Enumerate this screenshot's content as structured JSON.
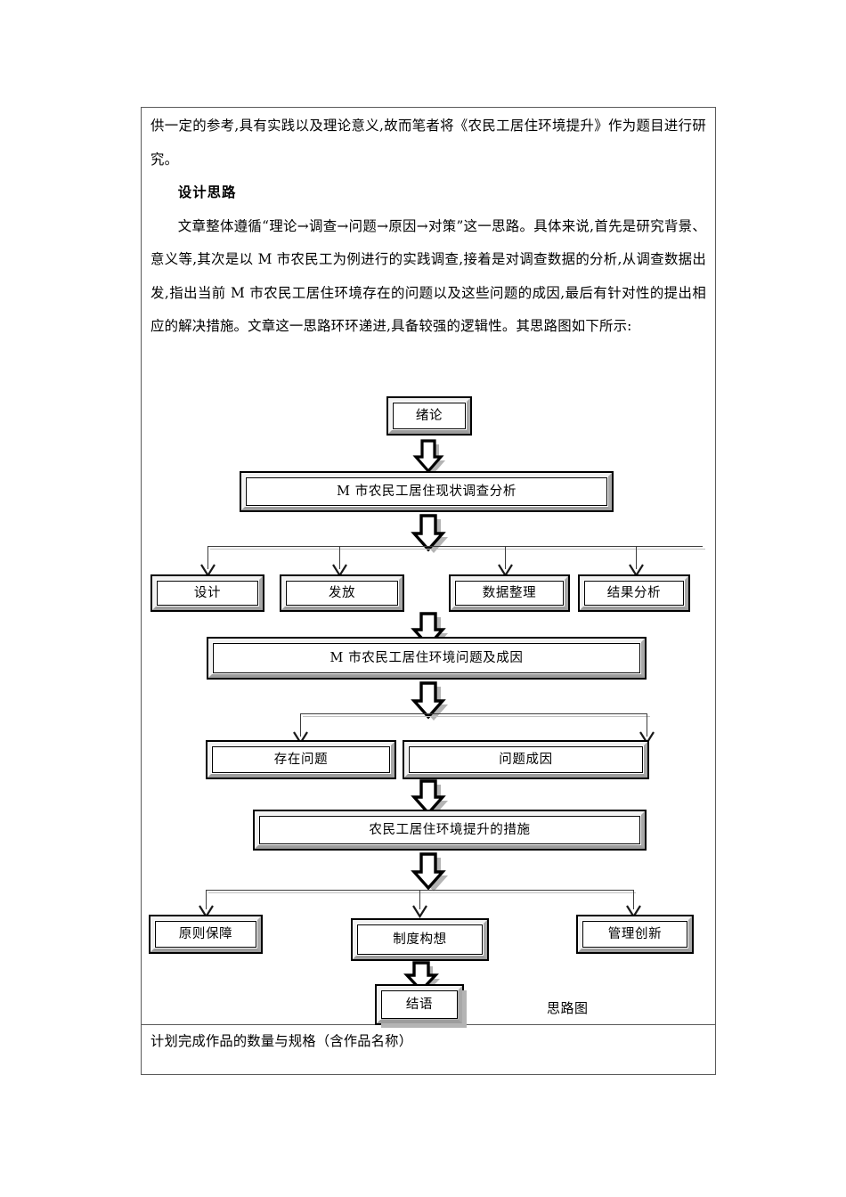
{
  "document": {
    "paragraphs": [
      "供一定的参考,具有实践以及理论意义,故而笔者将《农民工居住环境提升》作为题目进行研究。",
      "设计思路",
      "文章整体遵循“理论→调查→问题→原因→对策”这一思路。具体来说,首先是研究背景、意义等,其次是以 M 市农民工为例进行的实践调查,接着是对调查数据的分析,从调查数据出发,指出当前 M 市农民工居住环境存在的问题以及这些问题的成因,最后有针对性的提出相应的解决措施。文章这一思路环环递进,具备较强的逻辑性。其思路图如下所示:"
    ],
    "section_heading": "设计思路",
    "footer_row_label": "计划完成作品的数量与规格（含作品名称）"
  },
  "flowchart": {
    "caption": "思路图",
    "nodes": {
      "intro": "绪论",
      "survey": "M 市农民工居住现状调查分析",
      "design": "设计",
      "distribute": "发放",
      "data_sorting": "数据整理",
      "result_analysis": "结果分析",
      "problems_causes": "M 市农民工居住环境问题及成因",
      "existing_problems": "存在问题",
      "problem_causes": "问题成因",
      "measures": "农民工居住环境提升的措施",
      "principle_guarantee": "原则保障",
      "system_design": "制度构想",
      "management_innovation": "管理创新",
      "conclusion": "结语"
    }
  },
  "colors": {
    "page_background": "#ffffff",
    "text": "#000000",
    "table_border": "#5a5a5a",
    "node_border": "#000000",
    "node_face": "#ffffff",
    "bevel_light": "#f2f2f2",
    "bevel_dark": "#a8a8a8",
    "shadow": "#b4b4b4",
    "connector": "#3c3c3c"
  }
}
